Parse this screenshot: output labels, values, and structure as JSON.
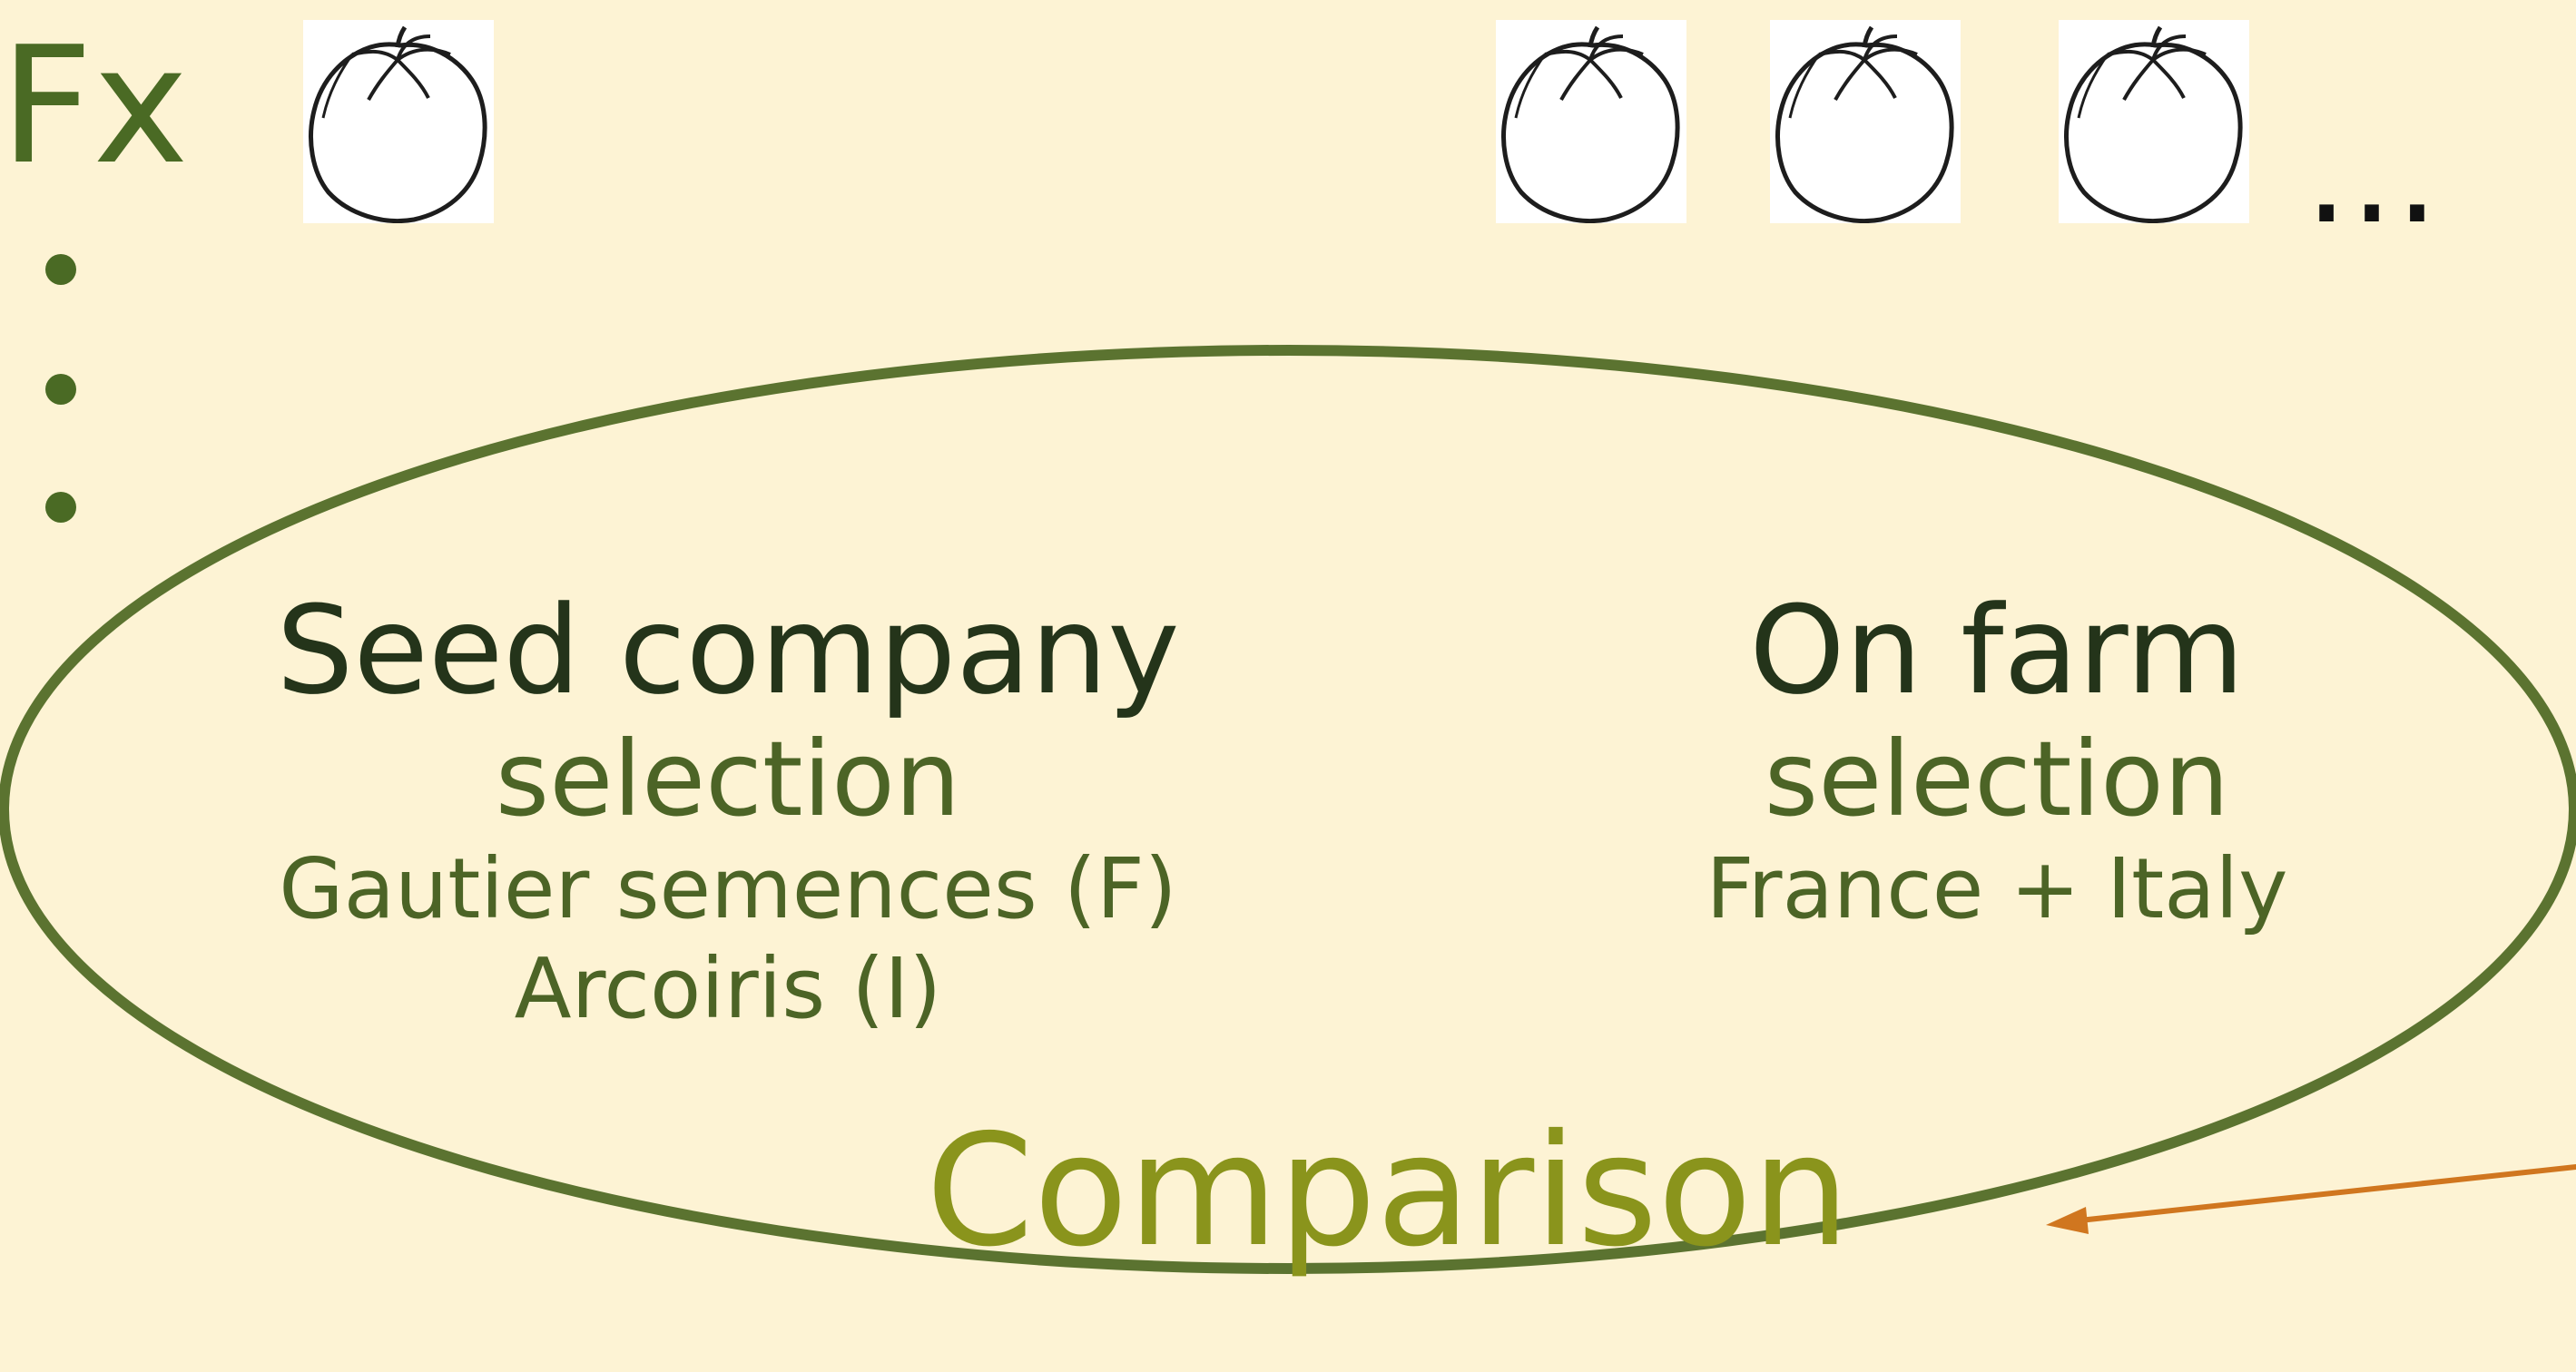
{
  "diagram": {
    "fx_label": "Fx",
    "ellipsis": "…",
    "left_group": {
      "title": "Seed company",
      "subtitle": "selection",
      "line1": "Gautier semences (F)",
      "line2": "Arcoiris (I)"
    },
    "right_group": {
      "title": "On farm",
      "subtitle": "selection",
      "line1": "France + Italy"
    },
    "comparison_label": "Comparison",
    "colors": {
      "background": "#fdf3d4",
      "ellipse_stroke": "#5b7330",
      "title_text": "#24341a",
      "body_text": "#4c6426",
      "comparison_text": "#8a941c",
      "arrow": "#d0761f"
    },
    "icons": {
      "tomato": "tomato-icon",
      "arrow": "arrow-icon"
    }
  }
}
